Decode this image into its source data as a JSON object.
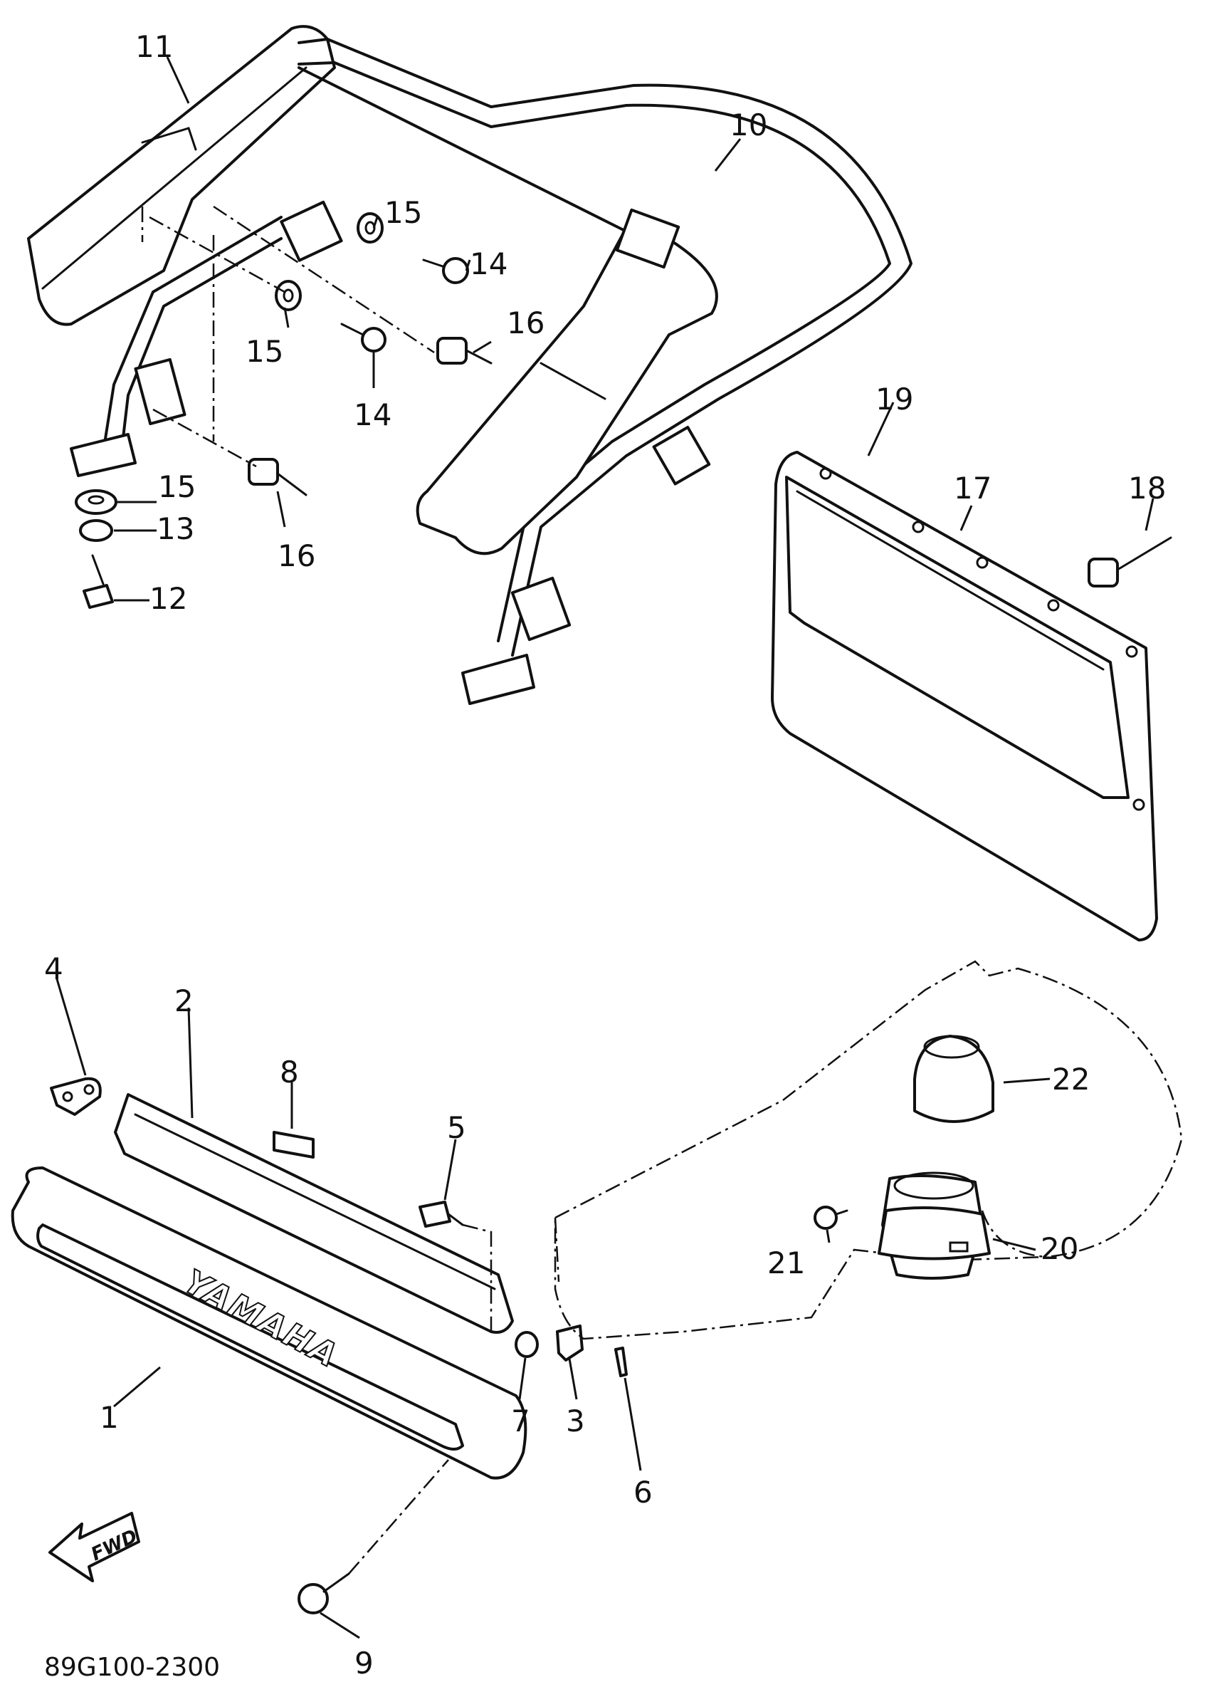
{
  "diagram": {
    "brand_text": "YAMAHA",
    "direction_text": "FWD",
    "part_number": "89G100-2300",
    "callouts": [
      {
        "id": "c1",
        "label": "1"
      },
      {
        "id": "c2",
        "label": "2"
      },
      {
        "id": "c3",
        "label": "3"
      },
      {
        "id": "c4",
        "label": "4"
      },
      {
        "id": "c5",
        "label": "5"
      },
      {
        "id": "c6",
        "label": "6"
      },
      {
        "id": "c7",
        "label": "7"
      },
      {
        "id": "c8",
        "label": "8"
      },
      {
        "id": "c9",
        "label": "9"
      },
      {
        "id": "c10",
        "label": "10"
      },
      {
        "id": "c11",
        "label": "11"
      },
      {
        "id": "c12",
        "label": "12"
      },
      {
        "id": "c13",
        "label": "13"
      },
      {
        "id": "c14a",
        "label": "14"
      },
      {
        "id": "c14b",
        "label": "14"
      },
      {
        "id": "c15a",
        "label": "15"
      },
      {
        "id": "c15b",
        "label": "15"
      },
      {
        "id": "c15c",
        "label": "15"
      },
      {
        "id": "c16a",
        "label": "16"
      },
      {
        "id": "c16b",
        "label": "16"
      },
      {
        "id": "c17",
        "label": "17"
      },
      {
        "id": "c18",
        "label": "18"
      },
      {
        "id": "c19",
        "label": "19"
      },
      {
        "id": "c20",
        "label": "20"
      },
      {
        "id": "c21",
        "label": "21"
      },
      {
        "id": "c22",
        "label": "22"
      }
    ]
  }
}
